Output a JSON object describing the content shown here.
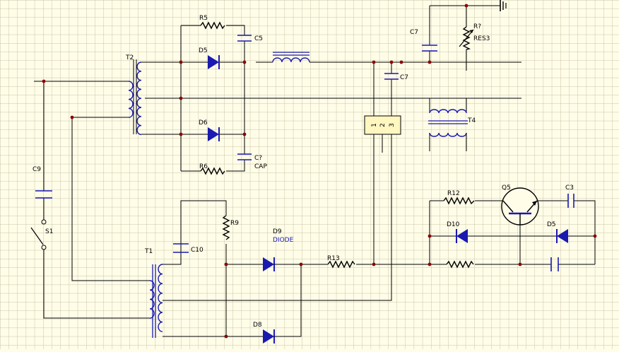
{
  "schematic": {
    "labels": {
      "t2": "T2",
      "t1": "T1",
      "t4": "T4",
      "r5": "R5",
      "r6": "R6",
      "r9": "R9",
      "r12": "R12",
      "r13": "R13",
      "rq": "R?",
      "res3": "RES3",
      "c5": "C5",
      "cq": "C?",
      "cap": "CAP",
      "c7a": "C7",
      "c7b": "C7",
      "c9": "C9",
      "c10": "C10",
      "c3": "C3",
      "d5a": "D5",
      "d6": "D6",
      "d9": "D9",
      "diode": "DIODE",
      "d8": "D8",
      "d10": "D10",
      "d5b": "D5",
      "s1": "S1",
      "q5": "Q5"
    },
    "ic_pins": [
      "1",
      "2",
      "3"
    ],
    "colors": {
      "background": "#fffde8",
      "grid": "#c9c4a8",
      "wire": "#000000",
      "component": "#1a1ab0",
      "junction": "#8b0000",
      "ic_fill": "#fff6c0"
    }
  }
}
